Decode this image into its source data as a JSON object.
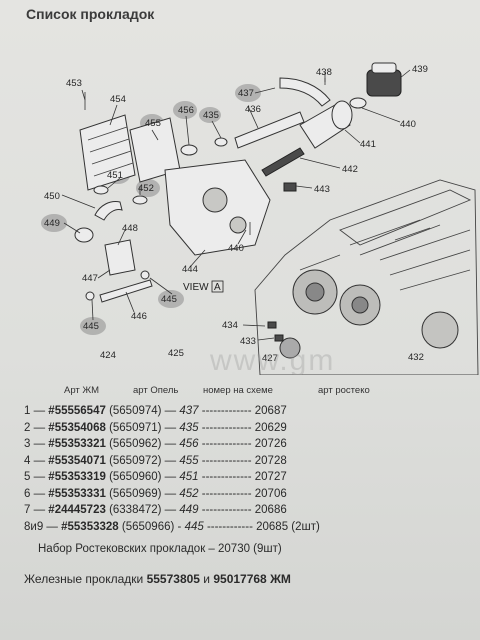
{
  "title": "Список прокладок",
  "diagram": {
    "callouts": [
      "453",
      "454",
      "455",
      "456",
      "435",
      "437",
      "436",
      "438",
      "439",
      "440",
      "441",
      "442",
      "443",
      "451",
      "452",
      "450",
      "449",
      "448",
      "447",
      "446",
      "445",
      "445",
      "444",
      "440",
      "434",
      "433",
      "427",
      "424",
      "425",
      "432"
    ],
    "view_label": "VIEW",
    "view_letter": "A",
    "watermark": "www.gm"
  },
  "headers": {
    "art_zhm": "Арт ЖМ",
    "art_opel": "арт Опель",
    "scheme_no": "номер на схеме",
    "art_rostecko": "арт ростеко"
  },
  "rows": [
    {
      "idx": "1 —",
      "art": "#55556547",
      "opel": "(5650974) —",
      "scheme": "437",
      "dashes": " ------------- ",
      "rost": "20687"
    },
    {
      "idx": "2 —",
      "art": "#55354068",
      "opel": "(5650971) —",
      "scheme": "435",
      "dashes": " ------------- ",
      "rost": "20629"
    },
    {
      "idx": "3 —",
      "art": "#55353321",
      "opel": "(5650962) —",
      "scheme": "456",
      "dashes": " ------------- ",
      "rost": "20726"
    },
    {
      "idx": "4 —",
      "art": "#55354071",
      "opel": "(5650972) —",
      "scheme": "455",
      "dashes": " ------------- ",
      "rost": "20728"
    },
    {
      "idx": "5 —",
      "art": "#55353319",
      "opel": "(5650960) —",
      "scheme": "451",
      "dashes": " ------------- ",
      "rost": "20727"
    },
    {
      "idx": "6 —",
      "art": "#55353331",
      "opel": "(5650969) —",
      "scheme": "452",
      "dashes": " ------------- ",
      "rost": "20706"
    },
    {
      "idx": "7 —",
      "art": "#24445723",
      "opel": "(6338472) —",
      "scheme": "449",
      "dashes": " ------------- ",
      "rost": "20686"
    },
    {
      "idx": "8и9 —",
      "art": "#55353328",
      "opel": "(5650966) -",
      "scheme": "445",
      "dashes": " ------------ ",
      "rost": "20685 (2шт)"
    }
  ],
  "set_line": "Набор Ростековских прокладок – 20730 (9шт)",
  "iron": {
    "prefix": "Железные прокладки ",
    "num1": "55573805",
    "mid": " и ",
    "num2": "95017768",
    "suffix": " ЖМ"
  }
}
